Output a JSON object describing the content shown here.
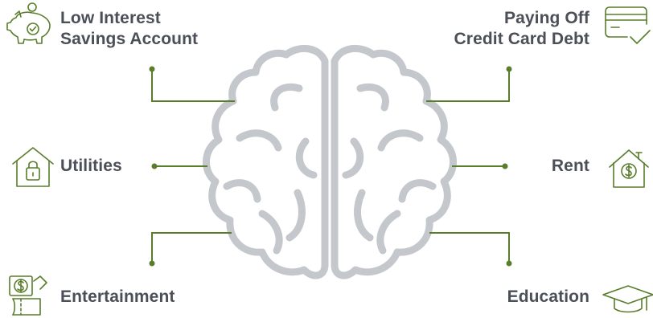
{
  "colors": {
    "accent": "#5a7d2c",
    "text": "#4b4f57",
    "brain": "#c4c7cc",
    "icon": "#5a7d2c"
  },
  "items": [
    {
      "id": "savings",
      "lines": [
        "Low Interest",
        "Savings Account"
      ],
      "icon": "piggy-bank-icon"
    },
    {
      "id": "credit",
      "lines": [
        "Paying Off",
        "Credit Card Debt"
      ],
      "icon": "credit-card-icon"
    },
    {
      "id": "utilities",
      "lines": [
        "Utilities"
      ],
      "icon": "house-lock-icon"
    },
    {
      "id": "rent",
      "lines": [
        "Rent"
      ],
      "icon": "house-dollar-icon"
    },
    {
      "id": "entertainment",
      "lines": [
        "Entertainment"
      ],
      "icon": "tickets-icon"
    },
    {
      "id": "education",
      "lines": [
        "Education"
      ],
      "icon": "graduation-cap-icon"
    }
  ]
}
